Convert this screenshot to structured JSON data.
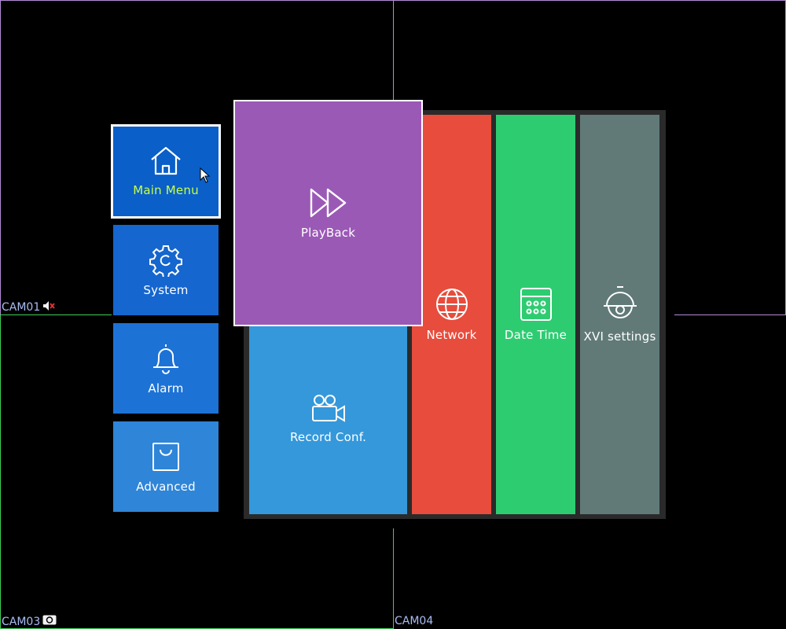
{
  "cameras": {
    "cam01": "CAM01",
    "cam03": "CAM03",
    "cam04": "CAM04"
  },
  "menu": {
    "main_menu": "Main Menu",
    "system": "System",
    "alarm": "Alarm",
    "advanced": "Advanced",
    "playback": "PlayBack",
    "record_conf": "Record Conf.",
    "network": "Network",
    "date_time": "Date Time",
    "xvi_settings": "XVI settings"
  },
  "colors": {
    "main_menu_bg": "#0a5fc8",
    "main_menu_text": "#c6ff4a",
    "system_bg": "#1566cf",
    "alarm_bg": "#1d72d6",
    "advanced_bg": "#2f85d8",
    "playback_bg": "#9b59b6",
    "record_bg": "#3498db",
    "network_bg": "#e74c3c",
    "date_time_bg": "#2ecc71",
    "xvi_bg": "#617a78"
  }
}
